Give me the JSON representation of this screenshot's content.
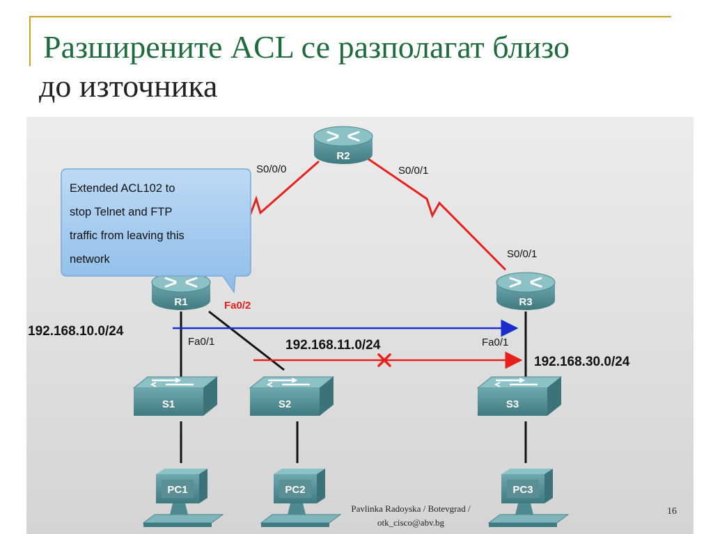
{
  "title": {
    "line1": "Разширените ACL се разполагат близо",
    "line2": "до източника"
  },
  "callout": {
    "lines": [
      "Extended ACL102  to",
      "stop Telnet and FTP",
      "traffic from leaving this",
      "network"
    ]
  },
  "routers": {
    "r1": "R1",
    "r2": "R2",
    "r3": "R3"
  },
  "switches": {
    "s1": "S1",
    "s2": "S2",
    "s3": "S3"
  },
  "pcs": {
    "pc1": "PC1",
    "pc2": "PC2",
    "pc3": "PC3"
  },
  "interfaces": {
    "r2_s000": "S0/0/0",
    "r2_s001": "S0/0/1",
    "r3_s001": "S0/0/1",
    "r1_fa01": "Fa0/1",
    "r1_fa02": "Fa0/2",
    "r3_fa01": "Fa0/1"
  },
  "networks": {
    "net10": "192.168.10.0/24",
    "net11": "192.168.11.0/24",
    "net30": "192.168.30.0/24"
  },
  "colors": {
    "title": "#1e6b3c",
    "serial_link": "#e8201c",
    "permit_arrow": "#1a2ecc",
    "deny_arrow": "#e8201c",
    "device": "#5e9aa0",
    "callout": "#a7cdf0"
  },
  "footer": {
    "line1": "Pavlinka Radoyska / Botevgrad /",
    "line2": "otk_cisco@abv.bg"
  },
  "page_number": "16"
}
